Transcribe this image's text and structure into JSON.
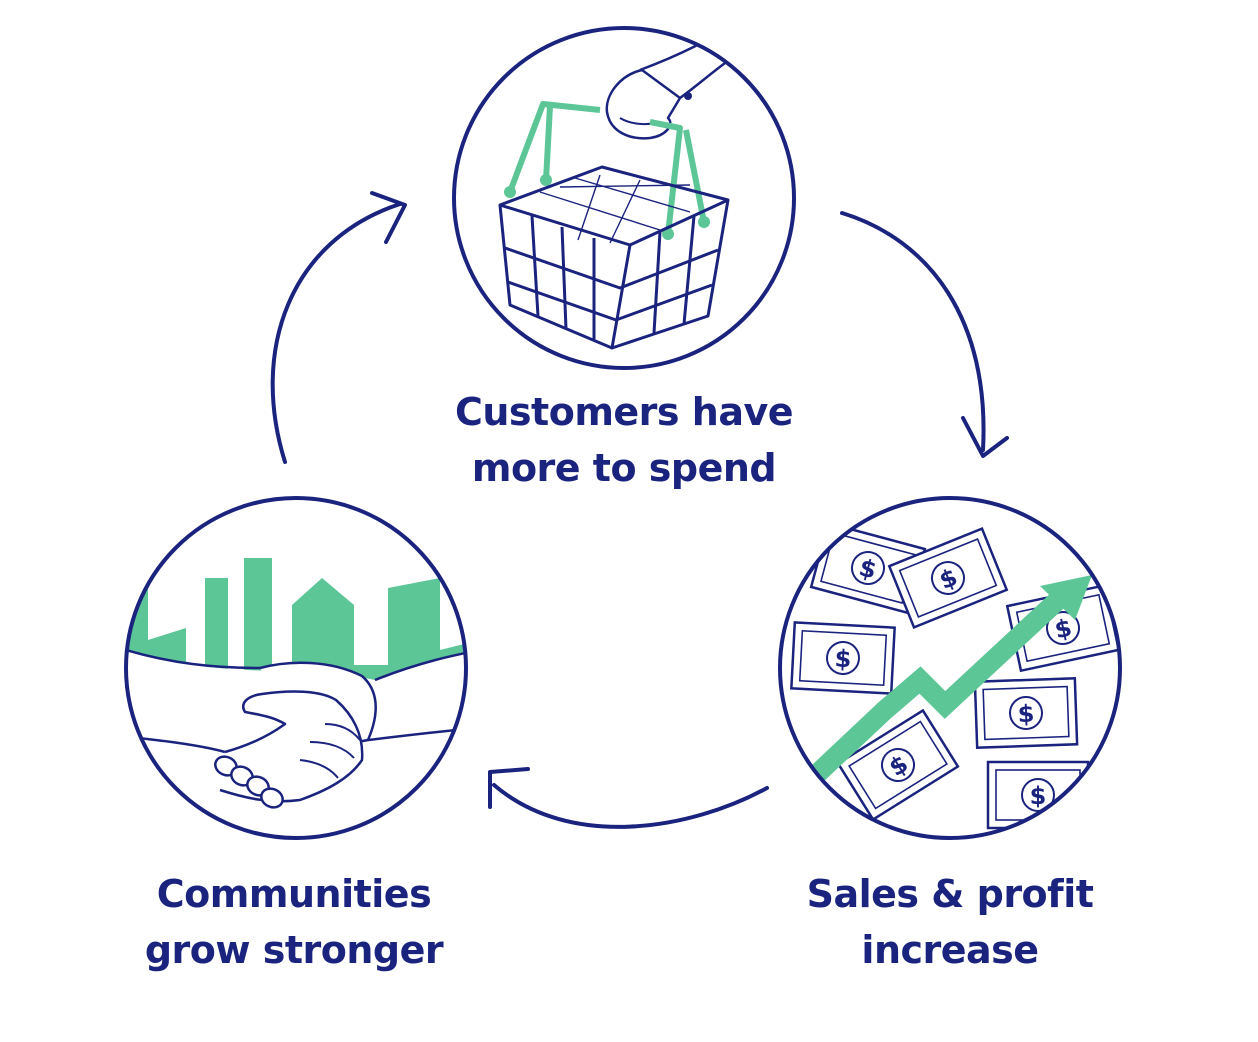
{
  "colors": {
    "navy": "#1a237e",
    "green": "#5cc697",
    "background": "#ffffff"
  },
  "nodes": [
    {
      "id": "customers",
      "icon": "shopping-basket-icon",
      "label_lines": [
        "Customers have",
        "more to spend"
      ]
    },
    {
      "id": "sales",
      "icon": "money-growth-icon",
      "label_lines": [
        "Sales & profit",
        "increase"
      ]
    },
    {
      "id": "communities",
      "icon": "handshake-community-icon",
      "label_lines": [
        "Communities",
        "grow stronger"
      ]
    }
  ],
  "arrows": [
    {
      "from": "customers",
      "to": "sales"
    },
    {
      "from": "sales",
      "to": "communities"
    },
    {
      "from": "communities",
      "to": "customers"
    }
  ]
}
